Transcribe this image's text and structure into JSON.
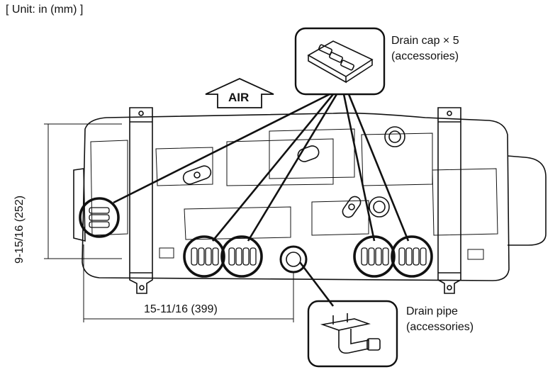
{
  "unit_label": "[ Unit: in (mm) ]",
  "drain_cap": {
    "line1": "Drain cap × 5",
    "line2": "(accessories)"
  },
  "drain_pipe": {
    "line1": "Drain pipe",
    "line2": "(accessories)"
  },
  "air_label": "AIR",
  "dimension_width": "15-11/16 (399)",
  "dimension_height": "9-15/16 (252)"
}
